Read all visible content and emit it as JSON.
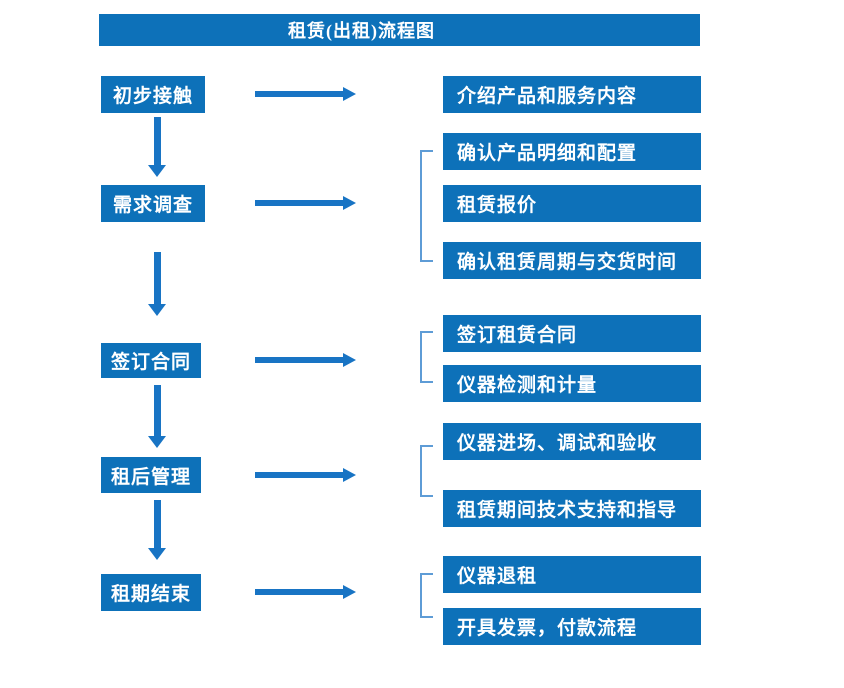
{
  "title": "租赁(出租)流程图",
  "colors": {
    "box_blue": "#0d71b9",
    "arrow_blue": "#1874c4",
    "bracket_blue": "#5e9cd6",
    "text_white": "#ffffff",
    "background": "#ffffff"
  },
  "steps": [
    {
      "label": "初步接触",
      "outputs": [
        "介绍产品和服务内容"
      ]
    },
    {
      "label": "需求调查",
      "outputs": [
        "确认产品明细和配置",
        "租赁报价",
        "确认租赁周期与交货时间"
      ]
    },
    {
      "label": "签订合同",
      "outputs": [
        "签订租赁合同",
        "仪器检测和计量"
      ]
    },
    {
      "label": "租后管理",
      "outputs": [
        "仪器进场、调试和验收",
        "租赁期间技术支持和指导"
      ]
    },
    {
      "label": "租期结束",
      "outputs": [
        "仪器退租",
        "开具发票，付款流程"
      ]
    }
  ]
}
